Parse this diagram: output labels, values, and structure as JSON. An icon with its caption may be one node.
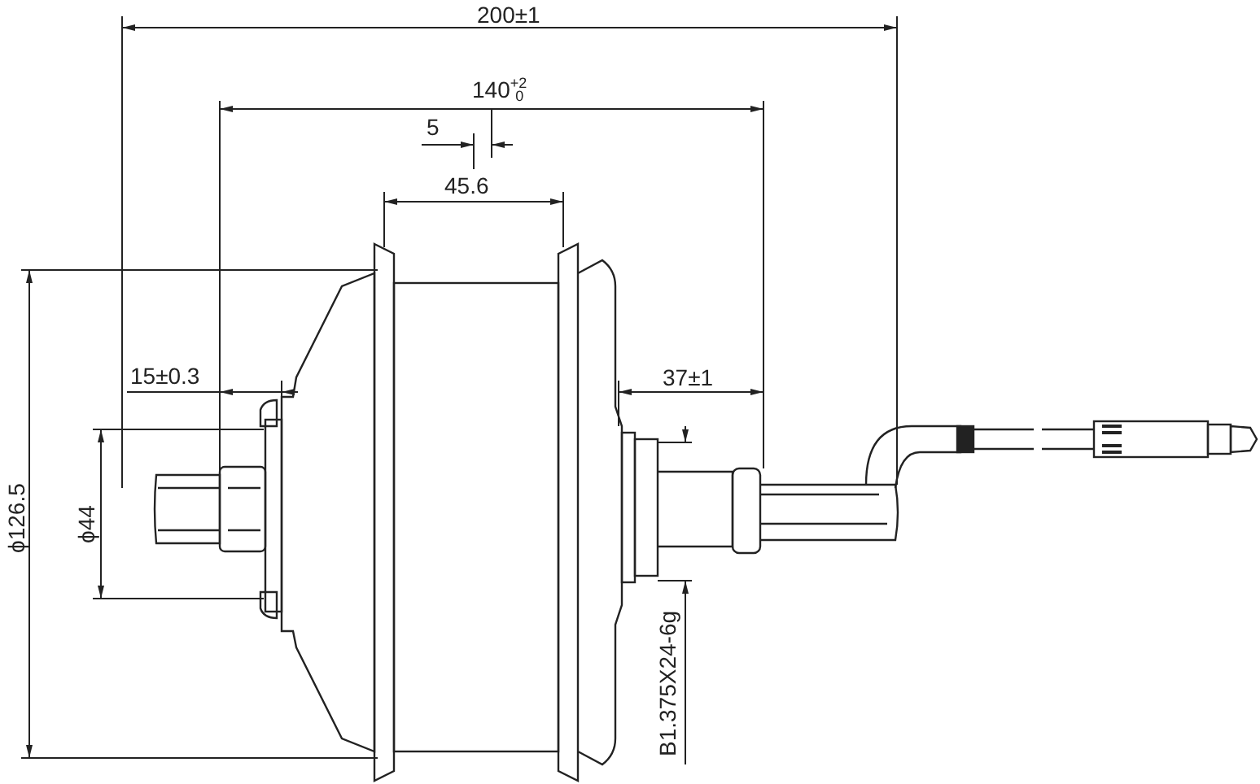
{
  "diagram": {
    "labels": [
      "200±1",
      "140$^{+2}$$_{0}$",
      "5",
      "45.6",
      "15±0.3",
      "37±1",
      "ϕ126.5",
      "ϕ44",
      "B1.375X24-6g"
    ]
  }
}
